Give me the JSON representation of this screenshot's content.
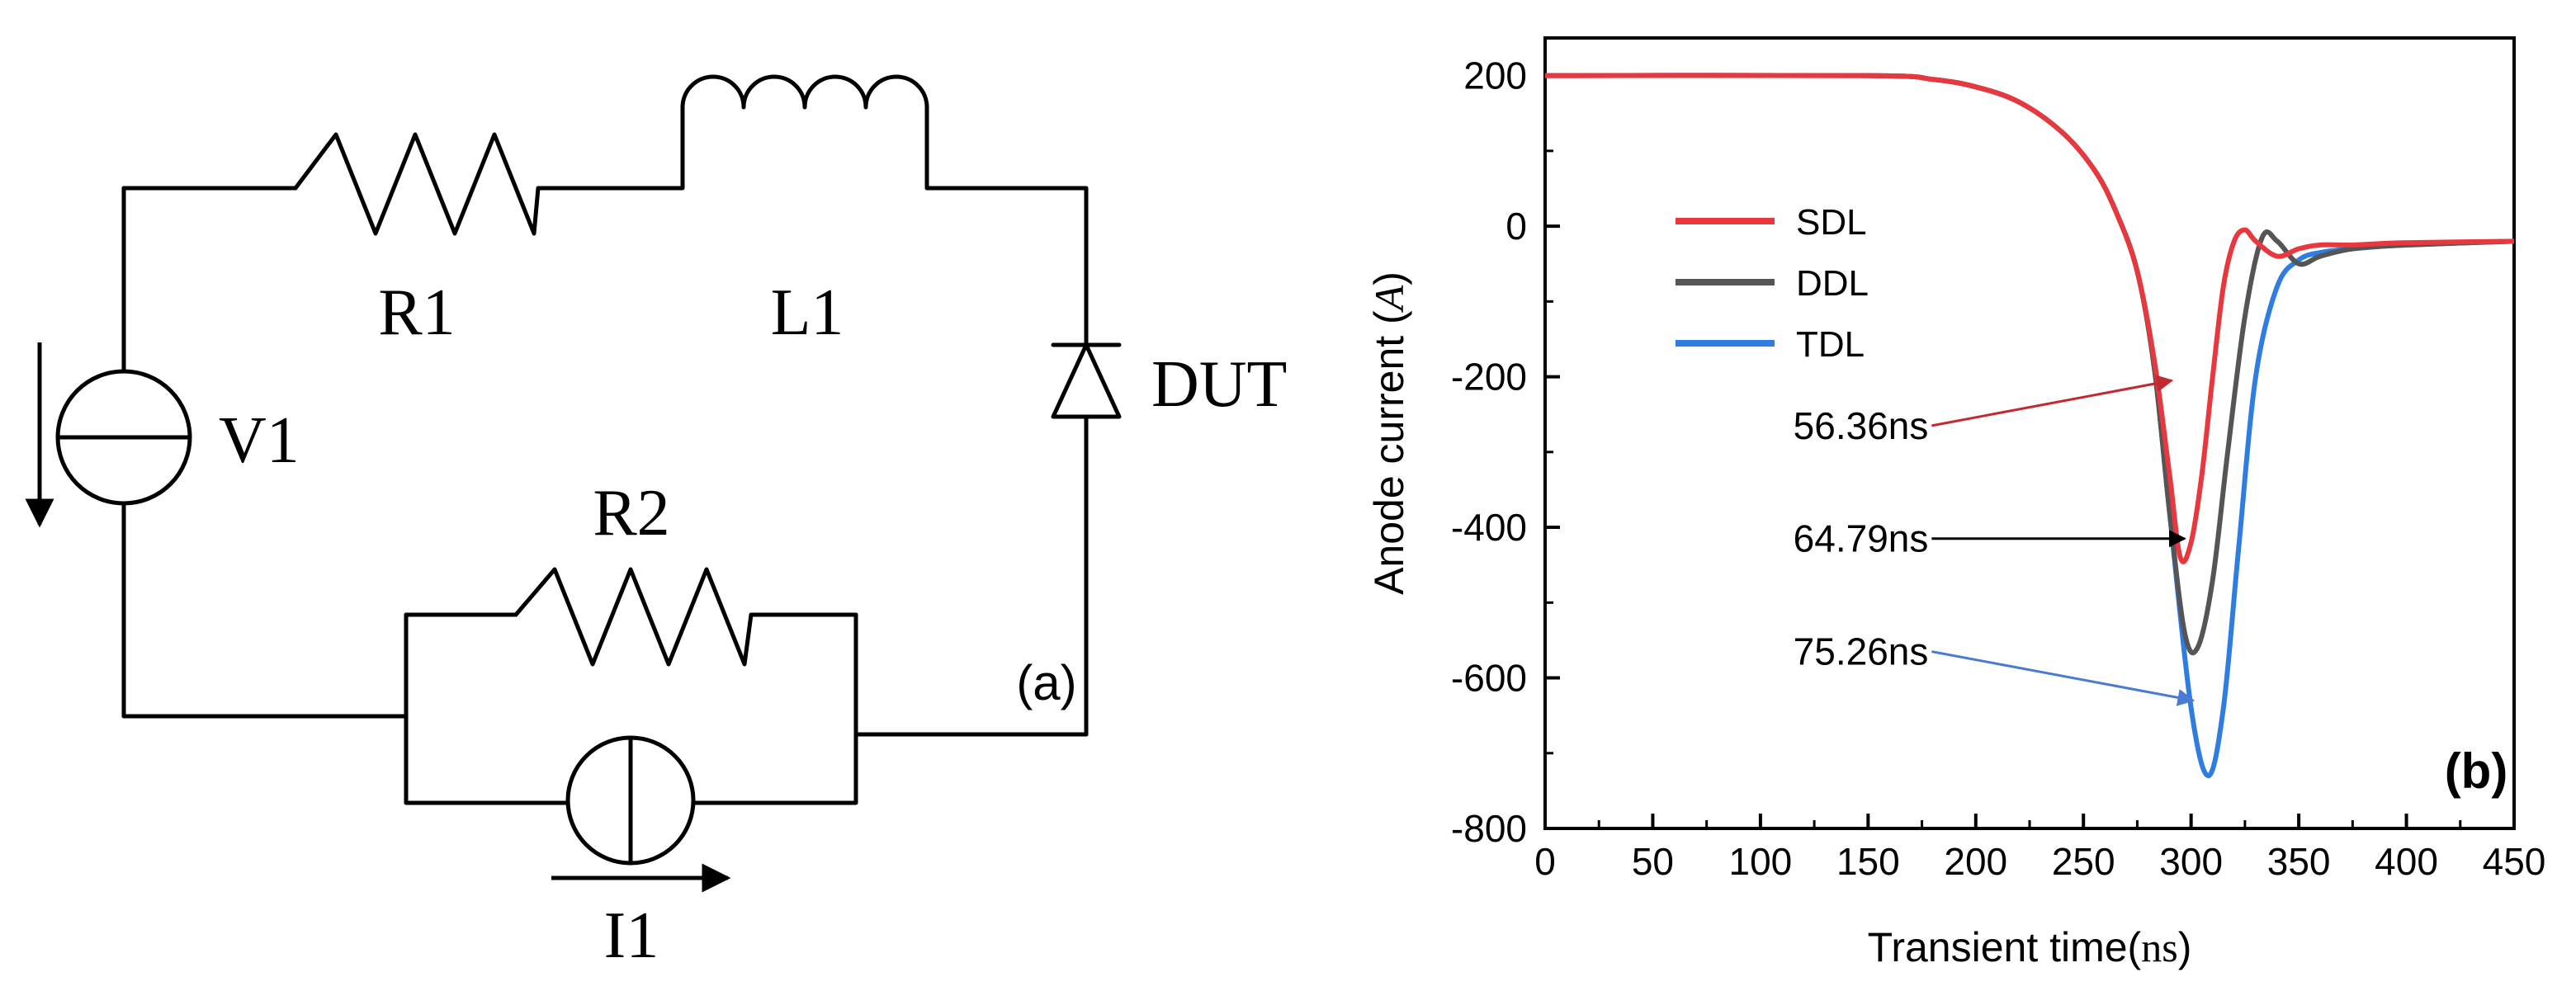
{
  "circuit": {
    "panel_label": "(a)",
    "components": {
      "r1": "R1",
      "l1": "L1",
      "v1": "V1",
      "dut": "DUT",
      "r2": "R2",
      "i1": "I1"
    }
  },
  "chart_data": {
    "type": "line",
    "panel_label": "(b)",
    "xlabel": "Transient time(ns)",
    "ylabel": "Anode current (A)",
    "xlim": [
      0,
      450
    ],
    "ylim": [
      -800,
      250
    ],
    "xticks": [
      0,
      50,
      100,
      150,
      200,
      250,
      300,
      350,
      400,
      450
    ],
    "yticks": [
      200,
      0,
      -200,
      -400,
      -600,
      -800
    ],
    "grid": false,
    "legend_position": "upper-left",
    "series": [
      {
        "name": "SDL",
        "color": "#e8383d",
        "x": [
          0,
          150,
          180,
          200,
          220,
          240,
          255,
          265,
          275,
          283,
          290,
          295,
          300,
          305,
          310,
          315,
          320,
          325,
          330,
          340,
          350,
          360,
          375,
          400,
          450
        ],
        "y": [
          200,
          200,
          195,
          185,
          165,
          125,
          75,
          20,
          -60,
          -180,
          -330,
          -440,
          -420,
          -330,
          -200,
          -80,
          -20,
          -5,
          -20,
          -40,
          -30,
          -25,
          -25,
          -22,
          -20
        ]
      },
      {
        "name": "DDL",
        "color": "#555555",
        "x": [
          0,
          150,
          180,
          200,
          220,
          240,
          255,
          265,
          275,
          283,
          290,
          297,
          303,
          310,
          317,
          325,
          333,
          340,
          350,
          360,
          375,
          400,
          450
        ],
        "y": [
          200,
          200,
          195,
          185,
          165,
          125,
          75,
          20,
          -60,
          -190,
          -380,
          -540,
          -560,
          -470,
          -300,
          -120,
          -15,
          -20,
          -50,
          -40,
          -30,
          -25,
          -20
        ]
      },
      {
        "name": "TDL",
        "color": "#2f7de1",
        "x": [
          0,
          150,
          180,
          200,
          220,
          240,
          255,
          265,
          275,
          283,
          290,
          300,
          308,
          315,
          322,
          330,
          340,
          350,
          360,
          375,
          400,
          450
        ],
        "y": [
          200,
          200,
          195,
          185,
          165,
          125,
          75,
          20,
          -60,
          -190,
          -380,
          -640,
          -730,
          -640,
          -430,
          -200,
          -80,
          -45,
          -35,
          -30,
          -25,
          -20
        ]
      }
    ],
    "annotations": [
      {
        "text": "56.36ns",
        "color": "#c22a2f",
        "label_at": [
          178,
          -265
        ],
        "arrow_to": [
          291,
          -205
        ]
      },
      {
        "text": "64.79ns",
        "color": "#000000",
        "label_at": [
          178,
          -415
        ],
        "arrow_to": [
          297,
          -415
        ]
      },
      {
        "text": "75.26ns",
        "color": "#4a7bd0",
        "label_at": [
          178,
          -565
        ],
        "arrow_to": [
          301,
          -630
        ]
      }
    ]
  }
}
